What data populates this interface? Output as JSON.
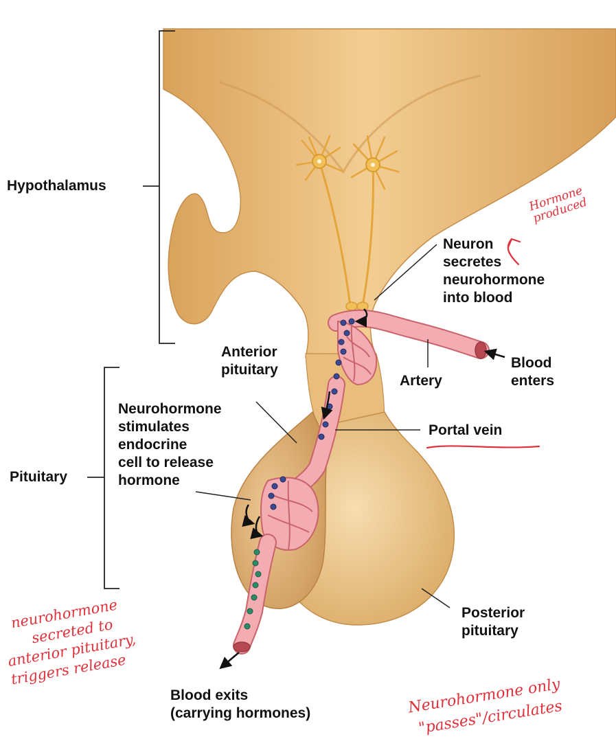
{
  "labels": {
    "hypothalamus": "Hypothalamus",
    "pituitary": "Pituitary",
    "anterior_pituitary": [
      "Anterior",
      "pituitary"
    ],
    "neuron_secretes": [
      "Neuron",
      "secretes",
      "neurohormone",
      "into blood"
    ],
    "artery": "Artery",
    "blood_enters": [
      "Blood",
      "enters"
    ],
    "portal_vein": "Portal vein",
    "neurohormone_stimulates": [
      "Neurohormone",
      "stimulates",
      "endocrine",
      "cell to release",
      "hormone"
    ],
    "posterior_pituitary": [
      "Posterior",
      "pituitary"
    ],
    "blood_exits": [
      "Blood exits",
      "(carrying hormones)"
    ]
  },
  "annotations": {
    "hormone_produced": [
      "Hormone",
      "produced"
    ],
    "left_note": [
      "neurohormone",
      "secreted to",
      "anterior pituitary,",
      "triggers release"
    ],
    "right_note": [
      "Neurohormone only",
      "\"passes\"/circulates"
    ]
  },
  "colors": {
    "tissue": "#e7b56f",
    "tissue_dark": "#c98f47",
    "vessel": "#f0a0a6",
    "vessel_edge": "#c9636c",
    "neurohormone_dot": "#3c4a8f",
    "hormone_dot": "#2f8a6a",
    "handwriting": "#e0313b"
  }
}
